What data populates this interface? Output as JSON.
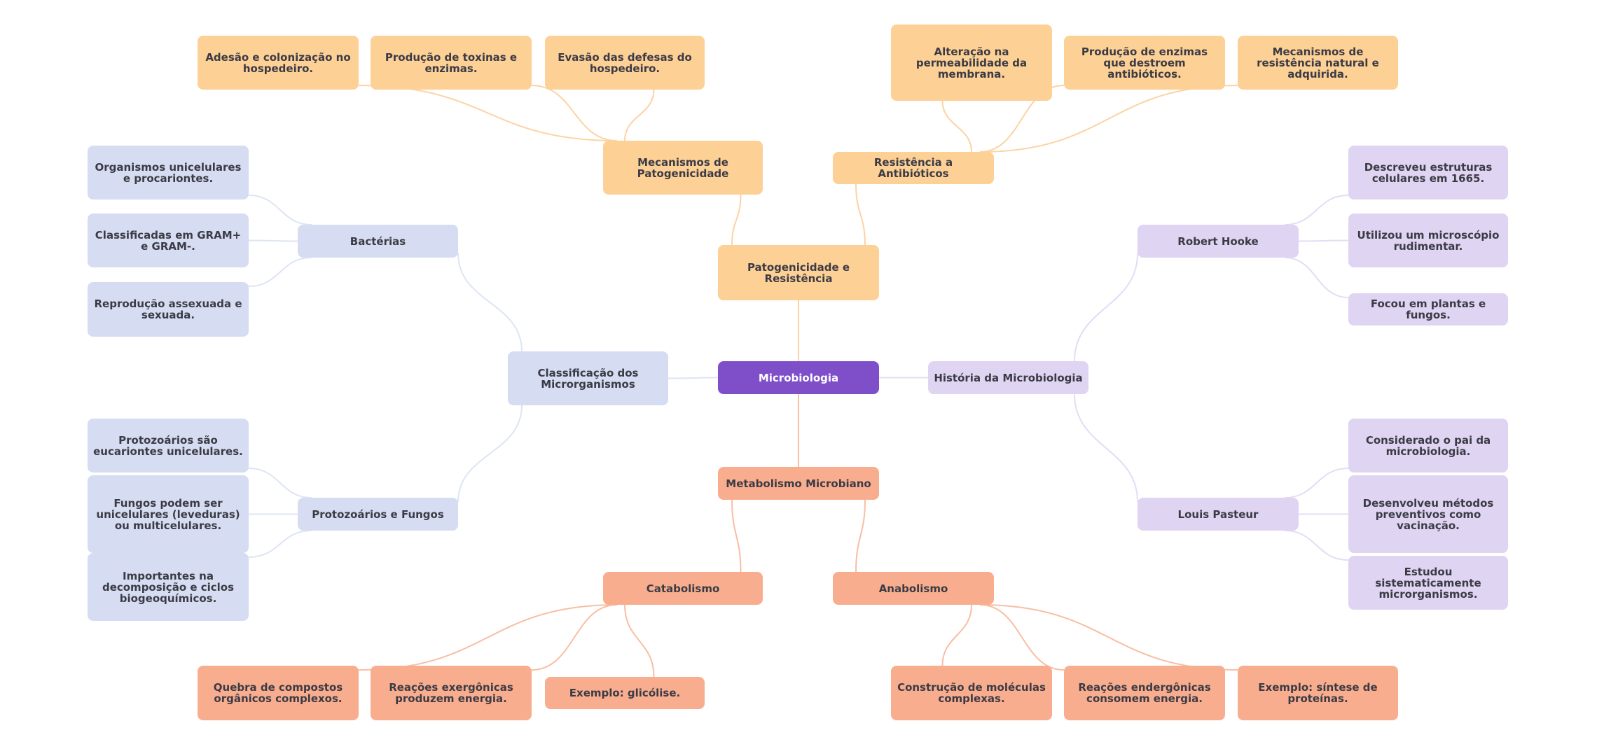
{
  "title": "Microbiologia",
  "colors": {
    "root": "#7f4fca",
    "pathogenicity": "#fdd095",
    "pathogenicity_edge": "#fcd3a4",
    "classification": "#d6ddf2",
    "classification_edge": "#dde4f4",
    "history": "#dfd4f1",
    "history_edge": "#e3dcf5",
    "metabolism": "#f9ad8f",
    "metabolism_edge": "#f8bea4"
  },
  "nodes": [
    {
      "id": "root",
      "label": "Microbiologia",
      "group": "root"
    },
    {
      "id": "pat",
      "label": "Patogenicidade e Resistência",
      "group": "pathogenicity",
      "parent": "root"
    },
    {
      "id": "mecpat",
      "label": "Mecanismos de Patogenicidade",
      "group": "pathogenicity",
      "parent": "pat"
    },
    {
      "id": "ades",
      "label": "Adesão e colonização no hospedeiro.",
      "group": "pathogenicity",
      "parent": "mecpat"
    },
    {
      "id": "toxi",
      "label": "Produção de toxinas e enzimas.",
      "group": "pathogenicity",
      "parent": "mecpat"
    },
    {
      "id": "evas",
      "label": "Evasão das defesas do hospedeiro.",
      "group": "pathogenicity",
      "parent": "mecpat"
    },
    {
      "id": "resant",
      "label": "Resistência a Antibióticos",
      "group": "pathogenicity",
      "parent": "pat"
    },
    {
      "id": "alter",
      "label": "Alteração na permeabilidade da membrana.",
      "group": "pathogenicity",
      "parent": "resant"
    },
    {
      "id": "enzi",
      "label": "Produção de enzimas que destroem antibióticos.",
      "group": "pathogenicity",
      "parent": "resant"
    },
    {
      "id": "mecres",
      "label": "Mecanismos de resistência natural e adquirida.",
      "group": "pathogenicity",
      "parent": "resant"
    },
    {
      "id": "clas",
      "label": "Classificação dos Microrganismos",
      "group": "classification",
      "parent": "root"
    },
    {
      "id": "bact",
      "label": "Bactérias",
      "group": "classification",
      "parent": "clas"
    },
    {
      "id": "orga",
      "label": "Organismos unicelulares e procariontes.",
      "group": "classification",
      "parent": "bact"
    },
    {
      "id": "gram",
      "label": "Classificadas em GRAM+ e GRAM-.",
      "group": "classification",
      "parent": "bact"
    },
    {
      "id": "repr",
      "label": "Reprodução assexuada e sexuada.",
      "group": "classification",
      "parent": "bact"
    },
    {
      "id": "prfu",
      "label": "Protozoários e Fungos",
      "group": "classification",
      "parent": "clas"
    },
    {
      "id": "prot",
      "label": "Protozoários são eucariontes unicelulares.",
      "group": "classification",
      "parent": "prfu"
    },
    {
      "id": "fung",
      "label": "Fungos podem ser unicelulares (leveduras) ou multicelulares.",
      "group": "classification",
      "parent": "prfu"
    },
    {
      "id": "impo",
      "label": "Importantes na decomposição e ciclos biogeoquímicos.",
      "group": "classification",
      "parent": "prfu"
    },
    {
      "id": "hist",
      "label": "História da Microbiologia",
      "group": "history",
      "parent": "root"
    },
    {
      "id": "hook",
      "label": "Robert Hooke",
      "group": "history",
      "parent": "hist"
    },
    {
      "id": "desc",
      "label": "Descreveu estruturas celulares em 1665.",
      "group": "history",
      "parent": "hook"
    },
    {
      "id": "util",
      "label": "Utilizou um microscópio rudimentar.",
      "group": "history",
      "parent": "hook"
    },
    {
      "id": "foco",
      "label": "Focou em plantas e fungos.",
      "group": "history",
      "parent": "hook"
    },
    {
      "id": "past",
      "label": "Louis Pasteur",
      "group": "history",
      "parent": "hist"
    },
    {
      "id": "cons",
      "label": "Considerado o pai da microbiologia.",
      "group": "history",
      "parent": "past"
    },
    {
      "id": "dese",
      "label": "Desenvolveu métodos preventivos como vacinação.",
      "group": "history",
      "parent": "past"
    },
    {
      "id": "estu",
      "label": "Estudou sistematicamente microrganismos.",
      "group": "history",
      "parent": "past"
    },
    {
      "id": "meta",
      "label": "Metabolismo Microbiano",
      "group": "metabolism",
      "parent": "root"
    },
    {
      "id": "cata",
      "label": "Catabolismo",
      "group": "metabolism",
      "parent": "meta"
    },
    {
      "id": "queb",
      "label": "Quebra de compostos orgânicos complexos.",
      "group": "metabolism",
      "parent": "cata"
    },
    {
      "id": "exer",
      "label": "Reações exergônicas produzem energia.",
      "group": "metabolism",
      "parent": "cata"
    },
    {
      "id": "glic",
      "label": "Exemplo: glicólise.",
      "group": "metabolism",
      "parent": "cata"
    },
    {
      "id": "anab",
      "label": "Anabolismo",
      "group": "metabolism",
      "parent": "meta"
    },
    {
      "id": "cons2",
      "label": "Construção de moléculas complexas.",
      "group": "metabolism",
      "parent": "anab"
    },
    {
      "id": "ende",
      "label": "Reações endergônicas consomem energia.",
      "group": "metabolism",
      "parent": "anab"
    },
    {
      "id": "sint",
      "label": "Exemplo: síntese de proteínas.",
      "group": "metabolism",
      "parent": "anab"
    }
  ]
}
